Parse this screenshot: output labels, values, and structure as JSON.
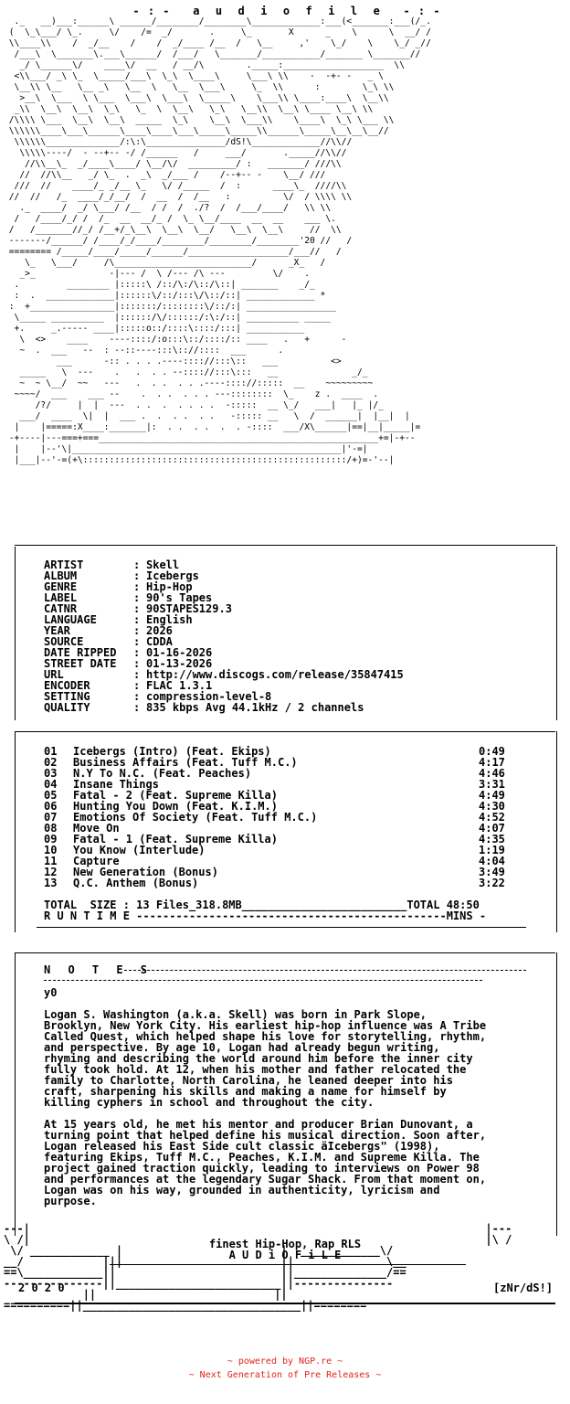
{
  "title_line": "- : -   a  u  d  i  o  f  i  l  e   - : -",
  "ascii_tag": "dS!",
  "ascii_year": "'20",
  "info": [
    {
      "key": "ARTIST",
      "value": "Skell"
    },
    {
      "key": "ALBUM",
      "value": "Icebergs"
    },
    {
      "key": "GENRE",
      "value": "Hip-Hop"
    },
    {
      "key": "LABEL",
      "value": "90's Tapes"
    },
    {
      "key": "CATNR",
      "value": "90STAPES129.3"
    },
    {
      "key": "LANGUAGE",
      "value": "English"
    },
    {
      "key": "YEAR",
      "value": "2026"
    },
    {
      "key": "SOURCE",
      "value": "CDDA"
    },
    {
      "key": "DATE RIPPED",
      "value": "01-16-2026"
    },
    {
      "key": "STREET DATE",
      "value": "01-13-2026"
    },
    {
      "key": "URL",
      "value": "http://www.discogs.com/release/35847415"
    },
    {
      "key": "ENCODER",
      "value": "FLAC 1.3.1"
    },
    {
      "key": "SETTING",
      "value": "compression-level-8"
    },
    {
      "key": "QUALITY",
      "value": "835 kbps Avg 44.1kHz / 2 channels"
    }
  ],
  "tracks": [
    {
      "n": "01",
      "title": "Icebergs (Intro) (Feat. Ekips)",
      "time": "0:49"
    },
    {
      "n": "02",
      "title": "Business Affairs (Feat. Tuff M.C.)",
      "time": "4:17"
    },
    {
      "n": "03",
      "title": "N.Y To N.C. (Feat. Peaches)",
      "time": "4:46"
    },
    {
      "n": "04",
      "title": "Insane Things",
      "time": "3:31"
    },
    {
      "n": "05",
      "title": "Fatal - 2 (Feat. Supreme Killa)",
      "time": "4:49"
    },
    {
      "n": "06",
      "title": "Hunting You Down (Feat. K.I.M.)",
      "time": "4:30"
    },
    {
      "n": "07",
      "title": "Emotions Of Society (Feat. Tuff M.C.)",
      "time": "4:52"
    },
    {
      "n": "08",
      "title": "Move On",
      "time": "4:07"
    },
    {
      "n": "09",
      "title": "Fatal - 1 (Feat. Supreme Killa)",
      "time": "4:35"
    },
    {
      "n": "10",
      "title": "You Know (Interlude)",
      "time": "1:19"
    },
    {
      "n": "11",
      "title": "Capture",
      "time": "4:04"
    },
    {
      "n": "12",
      "title": "New Generation (Bonus)",
      "time": "3:49"
    },
    {
      "n": "13",
      "title": "Q.C. Anthem (Bonus)",
      "time": "3:22"
    }
  ],
  "total_line": "TOTAL  SIZE : 13 Files_318.8MB_________________________TOTAL 48:50",
  "runtime_line": "R U N T I M E -----------------------------------------------MINS -",
  "notes_heading": "N O T E S",
  "notes_greeting": "y0",
  "notes_p1": "Logan S. Washington (a.k.a. Skell) was born in Park Slope,\nBrooklyn, New York City. His earliest hip-hop influence was A Tribe\nCalled Quest, which helped shape his love for storytelling, rhythm,\nand perspective. By age 10, Logan had already begun writing,\nrhyming and describing the world around him before the inner city\nfully took hold. At 12, when his mother and father relocated the\nfamily to Charlotte, North Carolina, he leaned deeper into his\ncraft, sharpening his skills and making a name for himself by\nkilling cyphers in school and throughout the city.",
  "notes_p2": "At 15 years old, he met his mentor and producer Brian Dunovant, a\nturning point that helped define his musical direction. Soon after,\nLogan released his East Side cult classic äIcebergs\" (1998),\nfeaturing Ekips, Tuff M.C., Peaches, K.I.M. and Supreme Killa. The\nproject gained traction quickly, leading to interviews on Power 98\nand performances at the legendary Sugar Shack. From that moment on,\nLogan was on his way, grounded in authenticity, lyricism and\npurpose.",
  "footer_line1": "finest Hip-Hop, Rap RLS",
  "footer_line2": "A U D i O F i L E",
  "footer_year": "2 0 2 0",
  "footer_tag": "[zNr/dS!]",
  "credit1": "~ powered by NGP.re ~",
  "credit2": "~ Next Generation of Pre Releases ~"
}
